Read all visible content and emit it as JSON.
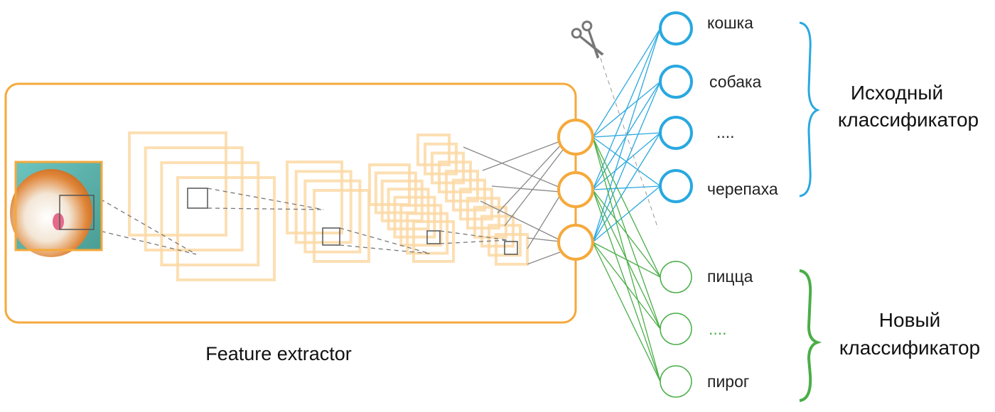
{
  "feature_extractor_label": "Feature extractor",
  "original_classifier": {
    "title_line1": "Исходный",
    "title_line2": "классификатор",
    "color": "#29a8e0",
    "classes": [
      "кошка",
      "собака",
      "....",
      "черепаха"
    ]
  },
  "new_classifier": {
    "title_line1": "Новый",
    "title_line2": "классификатор",
    "color": "#4aae48",
    "classes": [
      "пицца",
      "....",
      "пирог"
    ]
  },
  "colors": {
    "extractor": "#f5a93b",
    "feature_maps": "#fcd9a6",
    "connections": "#888888"
  },
  "icons": {
    "cut": "scissors-icon",
    "input": "cat-photo"
  }
}
